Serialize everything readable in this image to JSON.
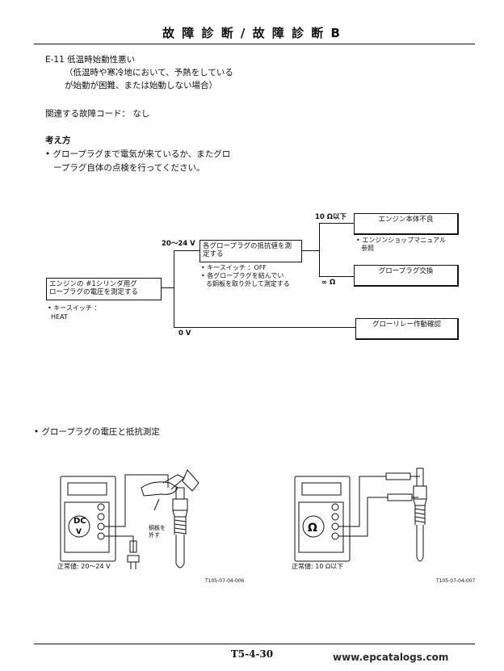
{
  "header": {
    "title": "故 障 診 断 / 故 障 診 断 B"
  },
  "section": {
    "code": "E-11",
    "heading": "低温時始動性悪い",
    "sub_line1": "（低温時や寒冷地において、予熱をしている",
    "sub_line2": "が始動が困難、または始動しない場合）",
    "related_code": "関連する故障コード： なし",
    "approach_title": "考え方",
    "approach_line1": "• グロープラグまで電気が来ているか、またグロ",
    "approach_line2": "ープラグ自体の点検を行ってください。"
  },
  "flow": {
    "start_line1": "エンジンの #1シリンダ用グ",
    "start_line2": "ロープラグの電圧を測定する",
    "start_note1": "• キースイッチ ：",
    "start_note2": "HEAT",
    "branch_voltage_ok": "20〜24 V",
    "branch_voltage_zero": "0 V",
    "resist_line1": "各グロープラグの抵抗値を測",
    "resist_line2": "定する",
    "resist_note1": "• キースイッチ ：OFF",
    "resist_note2": "• 各グロープラグを結んでい",
    "resist_note3": "る銅板を取り外して測定する",
    "branch_low": "10 Ω以下",
    "branch_inf": "∞ Ω",
    "result_engine": "エンジン本体不良",
    "result_engine_note1": "• エンジンショップマニュアル",
    "result_engine_note2": "参照",
    "result_replace": "グロープラグ交換",
    "result_relay": "グローリレー作動確認"
  },
  "figure": {
    "caption": "• グロープラグの電圧と抵抗測定",
    "left_meter_symbol": "DC V",
    "left_label_copper_line1": "銅板を",
    "left_label_copper_line2": "外す",
    "left_normal": "正常値: 20〜24 V",
    "left_code": "T105-07-04-006",
    "right_meter_symbol": "Ω",
    "right_normal": "正常値: 10 Ω以下",
    "right_code": "T105-07-04-007"
  },
  "footer": {
    "page_number": "T5-4-30",
    "watermark": "www.epcatalogs.com"
  }
}
